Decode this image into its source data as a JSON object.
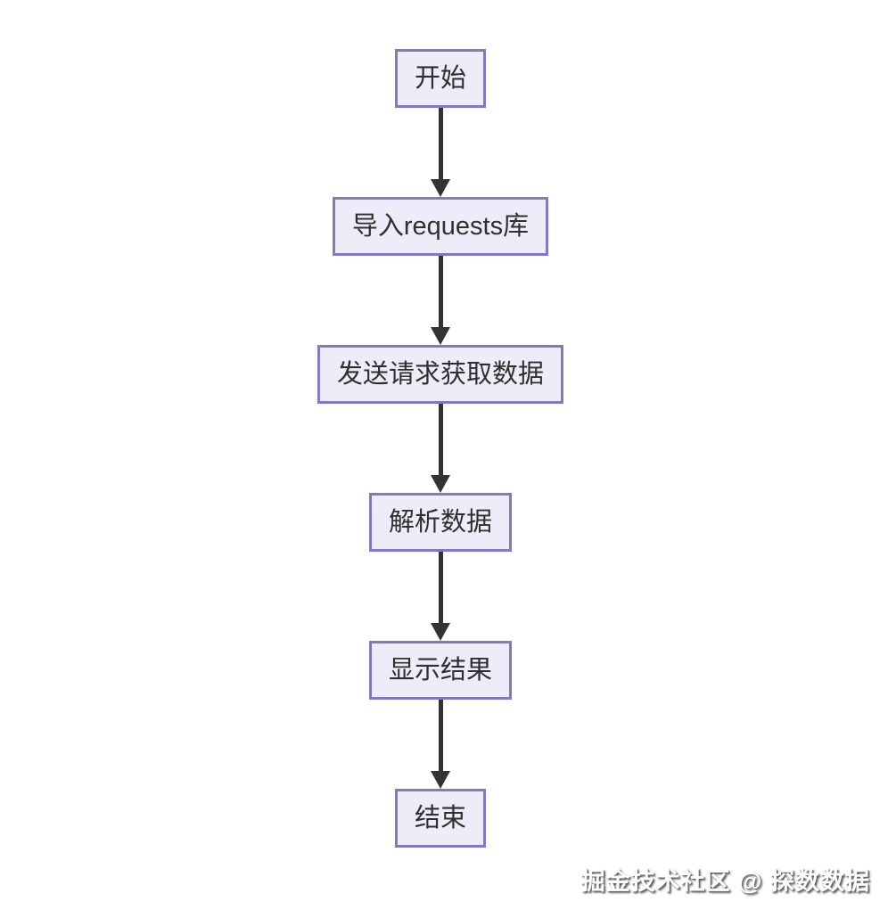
{
  "flowchart": {
    "type": "flowchart",
    "direction": "top-to-bottom",
    "nodes": [
      {
        "id": "start",
        "label": "开始"
      },
      {
        "id": "import",
        "label": "导入requests库"
      },
      {
        "id": "send-request",
        "label": "发送请求获取数据"
      },
      {
        "id": "parse-data",
        "label": "解析数据"
      },
      {
        "id": "show-result",
        "label": "显示结果"
      },
      {
        "id": "end",
        "label": "结束"
      }
    ],
    "edges": [
      {
        "from": "start",
        "to": "import"
      },
      {
        "from": "import",
        "to": "send-request"
      },
      {
        "from": "send-request",
        "to": "parse-data"
      },
      {
        "from": "parse-data",
        "to": "show-result"
      },
      {
        "from": "show-result",
        "to": "end"
      }
    ],
    "colors": {
      "node_border": "#8778be",
      "node_fill": "#efecf9",
      "node_text": "#2f2f2f",
      "arrow": "#333333",
      "background": "#ffffff"
    }
  },
  "watermark": {
    "text": "掘金技术社区 @ 探数数据"
  }
}
